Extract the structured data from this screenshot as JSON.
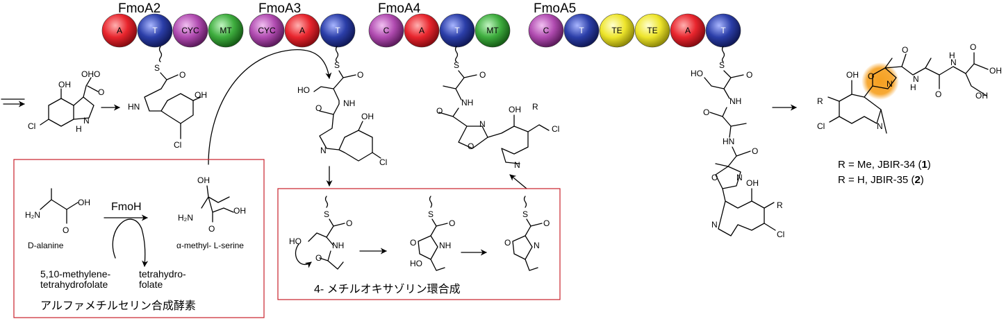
{
  "modules": [
    {
      "name": "FmoA2",
      "domains": [
        {
          "label": "A",
          "color": "#e8252d"
        },
        {
          "label": "T",
          "color": "#2b3ea8"
        },
        {
          "label": "CYC",
          "color": "#b04bb0"
        },
        {
          "label": "MT",
          "color": "#3ead3e"
        }
      ]
    },
    {
      "name": "FmoA3",
      "domains": [
        {
          "label": "CYC",
          "color": "#b04bb0"
        },
        {
          "label": "A",
          "color": "#e8252d"
        },
        {
          "label": "T",
          "color": "#2b3ea8"
        }
      ]
    },
    {
      "name": "FmoA4",
      "domains": [
        {
          "label": "C",
          "color": "#b04bb0"
        },
        {
          "label": "A",
          "color": "#e8252d"
        },
        {
          "label": "T",
          "color": "#2b3ea8"
        },
        {
          "label": "MT",
          "color": "#3ead3e"
        }
      ]
    },
    {
      "name": "FmoA5",
      "domains": [
        {
          "label": "C",
          "color": "#b04bb0"
        },
        {
          "label": "T",
          "color": "#2b3ea8"
        },
        {
          "label": "TE",
          "color": "#e6e02a"
        },
        {
          "label": "TE",
          "color": "#e6e02a"
        },
        {
          "label": "A",
          "color": "#e8252d"
        },
        {
          "label": "T",
          "color": "#2b3ea8"
        }
      ]
    }
  ],
  "atoms": {
    "OH": "OH",
    "O": "O",
    "HO": "HO",
    "N": "N",
    "NH": "NH",
    "H": "H",
    "S": "S",
    "Cl": "Cl",
    "R": "R",
    "H2N": "H₂N",
    "OHO": "OHO",
    "HN": "HN"
  },
  "box1": {
    "enzyme": "FmoH",
    "substrate": "D-alanine",
    "product": "α-methyl- L-serine",
    "cofactor_in": [
      "5,10-methylene-",
      "tetrahydrofolate"
    ],
    "cofactor_out": [
      "tetrahydro-",
      "folate"
    ],
    "caption": "アルファメチルセリン合成酵素"
  },
  "box2": {
    "caption": "4- メチルオキサゾリン環合成"
  },
  "products": {
    "line1_prefix": "R = Me, JBIR-34 (",
    "line1_num": "1",
    "line1_suffix": ")",
    "line2_prefix": "R = H, JBIR-35 (",
    "line2_num": "2",
    "line2_suffix": ")"
  },
  "colors": {
    "box_border": "#c8202a",
    "highlight": "#f29a1e"
  }
}
